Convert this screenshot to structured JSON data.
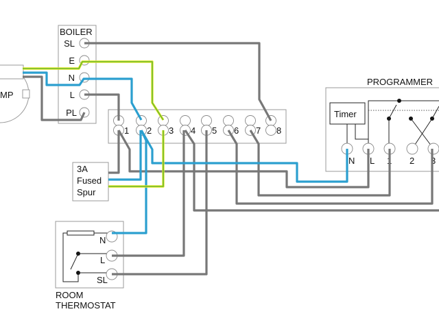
{
  "boiler": {
    "title": "BOILER",
    "terminals": [
      "SL",
      "E",
      "N",
      "L",
      "PL"
    ]
  },
  "pump": {
    "label": "MP"
  },
  "junction_box": {
    "terminals": [
      "1",
      "2",
      "3",
      "4",
      "5",
      "6",
      "7",
      "8"
    ]
  },
  "fused_spur": {
    "lines": [
      "3A",
      "Fused",
      "Spur"
    ]
  },
  "programmer": {
    "title": "PROGRAMMER",
    "timer_label": "Timer",
    "terminals": [
      "N",
      "L",
      "1",
      "2",
      "3"
    ]
  },
  "thermostat": {
    "title_lines": [
      "ROOM",
      "THERMOSTAT"
    ],
    "terminals": [
      "N",
      "L",
      "SL"
    ]
  },
  "colors": {
    "live_switched": "#777777",
    "neutral": "#2b9fcf",
    "earth": "#6ab82e",
    "earth_stripe": "#e8e82a"
  }
}
